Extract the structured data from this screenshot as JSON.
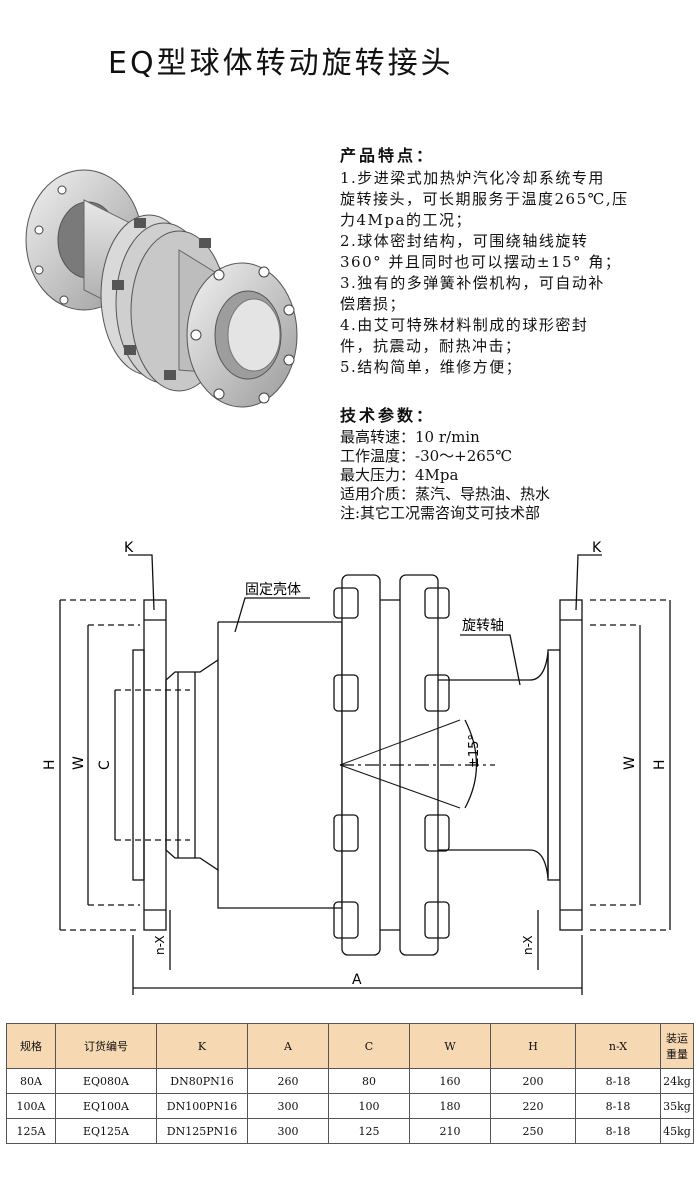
{
  "title": "EQ型球体转动旋转接头",
  "features": {
    "heading": "产品特点：",
    "lines": [
      "1.步进梁式加热炉汽化冷却系统专用",
      "旋转接头，可长期服务于温度265℃,压",
      "力4Mpa的工况；",
      "2.球体密封结构，可围绕轴线旋转",
      "360° 并且同时也可以摆动±15° 角；",
      "3.独有的多弹簧补偿机构，可自动补",
      "偿磨损；",
      "4.由艾可特殊材料制成的球形密封",
      "件，抗震动，耐热冲击；",
      "5.结构简单，维修方便；"
    ]
  },
  "params": {
    "heading": "技术参数：",
    "lines": [
      "最高转速：10 r/min",
      "工作温度：-30～+265℃",
      "最大压力：4Mpa",
      "适用介质：蒸汽、导热油、热水",
      "注:其它工况需咨询艾可技术部"
    ]
  },
  "drawing": {
    "label_k_left": "K",
    "label_k_right": "K",
    "label_housing": "固定壳体",
    "label_shaft": "旋转轴",
    "label_angle": "±15°",
    "label_h_left": "H",
    "label_w_left": "W",
    "label_c": "C",
    "label_w_right": "W",
    "label_h_right": "H",
    "label_nx_left": "n-X",
    "label_nx_right": "n-X",
    "label_a": "A"
  },
  "table": {
    "headers": [
      "规格",
      "订货编号",
      "K",
      "A",
      "C",
      "W",
      "H",
      "n-X",
      "装运\n重量"
    ],
    "rows": [
      [
        "80A",
        "EQ080A",
        "DN80PN16",
        "260",
        "80",
        "160",
        "200",
        "8-18",
        "24kg"
      ],
      [
        "100A",
        "EQ100A",
        "DN100PN16",
        "300",
        "100",
        "180",
        "220",
        "8-18",
        "35kg"
      ],
      [
        "125A",
        "EQ125A",
        "DN125PN16",
        "300",
        "125",
        "210",
        "250",
        "8-18",
        "45kg"
      ]
    ]
  }
}
